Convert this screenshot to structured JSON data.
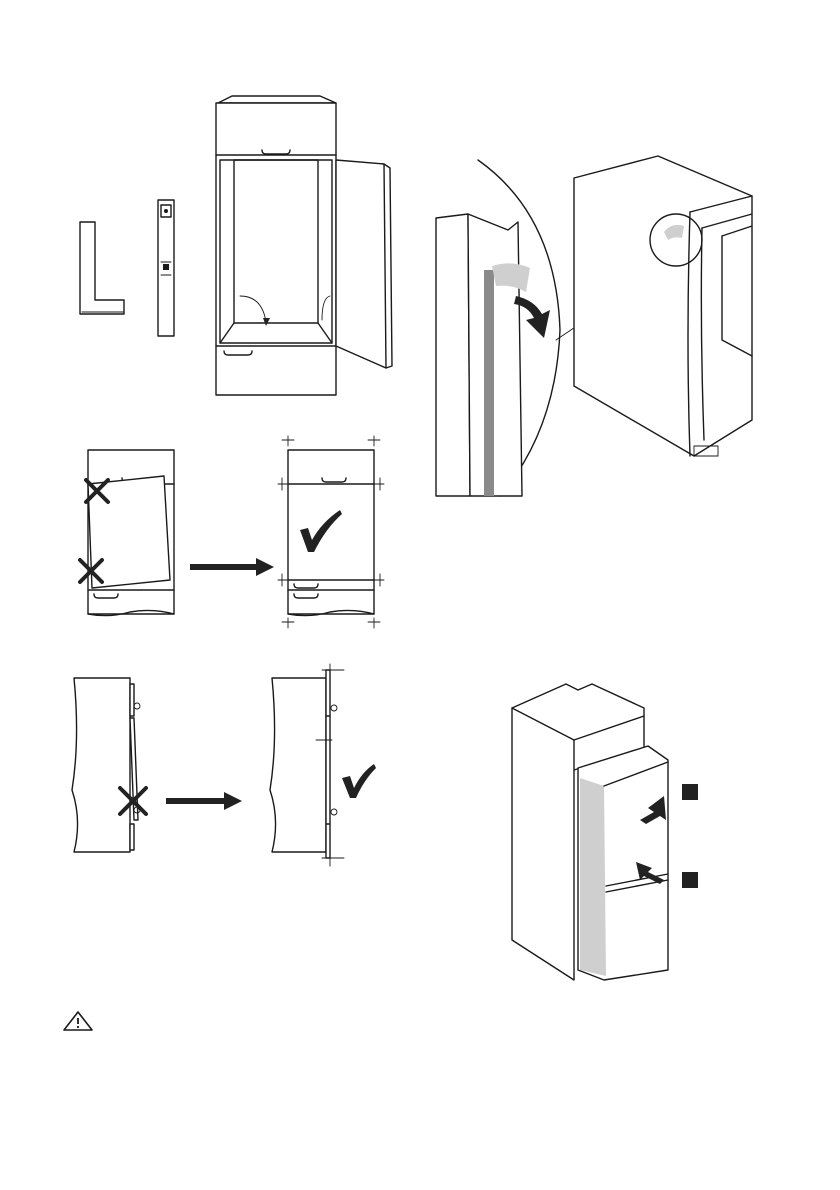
{
  "page": {
    "figures": [
      {
        "id": "cabinet-tools",
        "description_visible": false
      },
      {
        "id": "door-gasket-detail"
      },
      {
        "id": "door-alignment"
      },
      {
        "id": "door-side-alignment"
      },
      {
        "id": "appliance-insert"
      }
    ],
    "warning": {
      "icon": "warning-triangle-icon",
      "text": ""
    },
    "colors": {
      "line": "#1a1a1a",
      "gasket": "#8a8a8a",
      "background": "#ffffff"
    }
  }
}
